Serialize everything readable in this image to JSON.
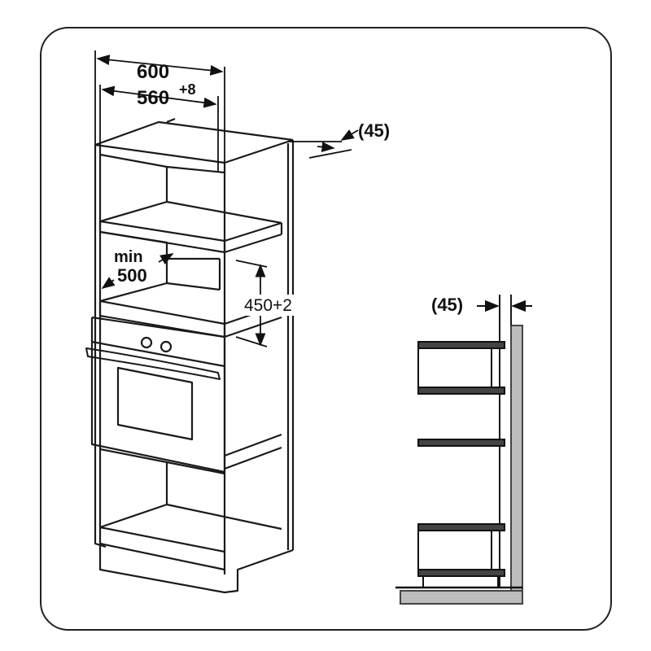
{
  "diagram": {
    "front_view": {
      "width_outer_label": "600",
      "width_inner_label": "560",
      "width_inner_tolerance": "+8",
      "rear_gap_label": "(45)",
      "depth_min_word": "min",
      "depth_min_value": "500",
      "height_label": "450+2"
    },
    "side_view": {
      "rear_gap_label": "(45)"
    }
  }
}
